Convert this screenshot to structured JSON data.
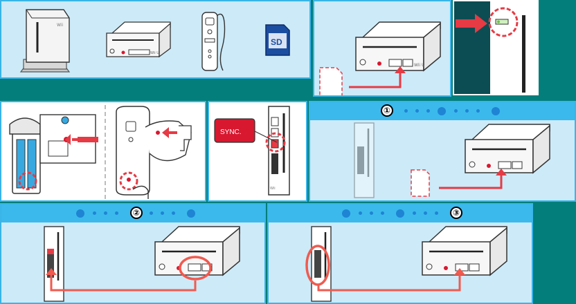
{
  "colors": {
    "background": "#037e7b",
    "panel_fill": "#cdeaf8",
    "panel_border": "#39b5e8",
    "step_bar": "#3bb9ec",
    "step_dot": "#1f84d3",
    "arrow_red": "#e63a44",
    "highlight_red": "#f05a4f",
    "sync_red": "#d8182f"
  },
  "labels": {
    "sd_card": "SD",
    "wiiu_brand": "Wii U",
    "wii_brand": "Wii",
    "sync_button": "SYNC."
  },
  "steps": [
    {
      "number": "①"
    },
    {
      "number": "②"
    },
    {
      "number": "③"
    }
  ],
  "icons": {
    "arrow": "red-arrow-icon",
    "highlight": "dashed-circle-icon",
    "sd": "sd-card-icon"
  }
}
